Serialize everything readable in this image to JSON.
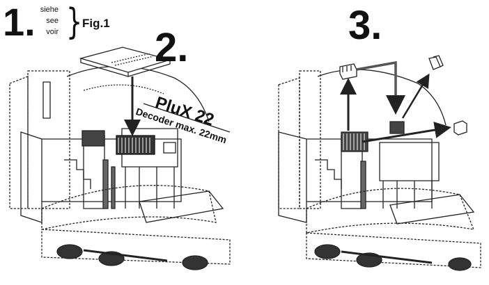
{
  "step1": {
    "number": "1.",
    "languages": [
      "siehe",
      "see",
      "voir"
    ],
    "figure_ref": "Fig.1"
  },
  "step2": {
    "number": "2.",
    "interface": "PluX 22",
    "decoder_note": "Decoder max. 22mm"
  },
  "step3": {
    "number": "3."
  },
  "colors": {
    "ink": "#111111",
    "line": "#222222",
    "paper": "#ffffff",
    "shade": "#555555"
  }
}
